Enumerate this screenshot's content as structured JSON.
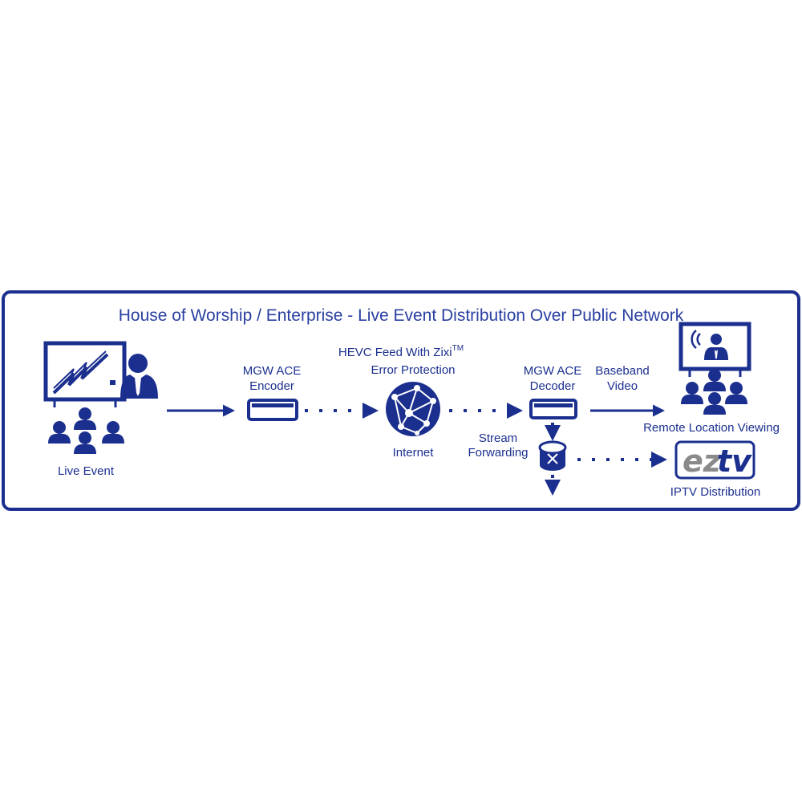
{
  "colors": {
    "primary": "#1b2f8f",
    "title": "#2a3fa0",
    "logo_gray": "#8a8a8a",
    "logo_blue": "#1b2f8f",
    "background": "#ffffff"
  },
  "title": "House of Worship / Enterprise - Live Event Distribution Over Public Network",
  "nodes": {
    "live_event": {
      "label": "Live Event",
      "icon": "audience-presentation-icon"
    },
    "encoder": {
      "label_line1": "MGW ACE",
      "label_line2": "Encoder",
      "icon": "encoder-device-icon"
    },
    "feed": {
      "label_line1": "HEVC Feed With Zixi",
      "trademark": "TM",
      "label_line2": "Error Protection"
    },
    "internet": {
      "label": "Internet",
      "icon": "globe-network-icon"
    },
    "decoder": {
      "label_line1": "MGW ACE",
      "label_line2": "Decoder",
      "icon": "decoder-device-icon"
    },
    "baseband": {
      "label_line1": "Baseband",
      "label_line2": "Video"
    },
    "stream_forwarding": {
      "label_line1": "Stream",
      "label_line2": "Forwarding",
      "icon": "router-icon"
    },
    "remote_viewing": {
      "label": "Remote Location Viewing",
      "icon": "remote-audience-screen-icon"
    },
    "iptv": {
      "label": "IPTV Distribution",
      "logo_part1": "ez",
      "logo_part2": "tv"
    }
  }
}
